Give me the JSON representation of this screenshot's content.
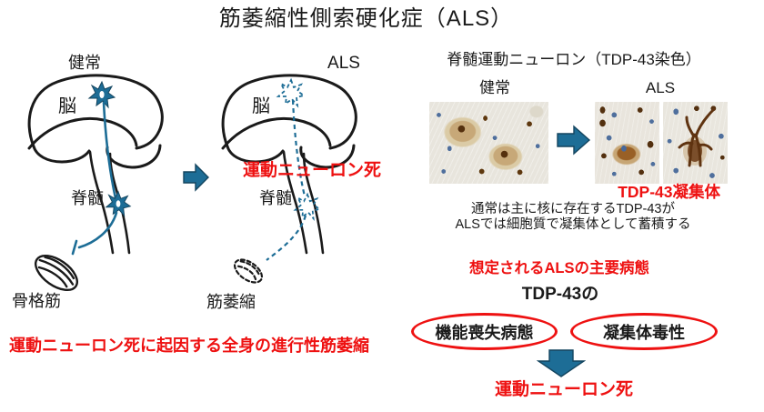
{
  "title": "筋萎縮性側索硬化症（ALS）",
  "colors": {
    "red": "#ee1111",
    "teal": "#1d6d96",
    "teal_dark": "#14455f",
    "ink": "#1a1a1a"
  },
  "comparison_diagram": {
    "healthy": {
      "label": "健常",
      "brain": "脳",
      "spinal_cord": "脊髄",
      "muscle": "骨格筋"
    },
    "als": {
      "label": "ALS",
      "brain": "脳",
      "spinal_cord": "脊髄",
      "muscle": "筋萎縮",
      "neuron_death": "運動ニューロン死"
    },
    "caption": "運動ニューロン死に起因する全身の進行性筋萎縮"
  },
  "histology_panel": {
    "header": "脊髄運動ニューロン（TDP-43染色）",
    "healthy_label": "健常",
    "als_label": "ALS",
    "aggregate_label": "TDP-43凝集体",
    "caption_line1": "通常は主に核に存在するTDP-43が",
    "caption_line2": "ALSでは細胞質で凝集体として蓄積する"
  },
  "pathology_panel": {
    "heading": "想定されるALSの主要病態",
    "subject": "TDP-43の",
    "mechanisms": [
      {
        "label": "機能喪失病態"
      },
      {
        "label": "凝集体毒性"
      }
    ],
    "outcome": "運動ニューロン死"
  }
}
